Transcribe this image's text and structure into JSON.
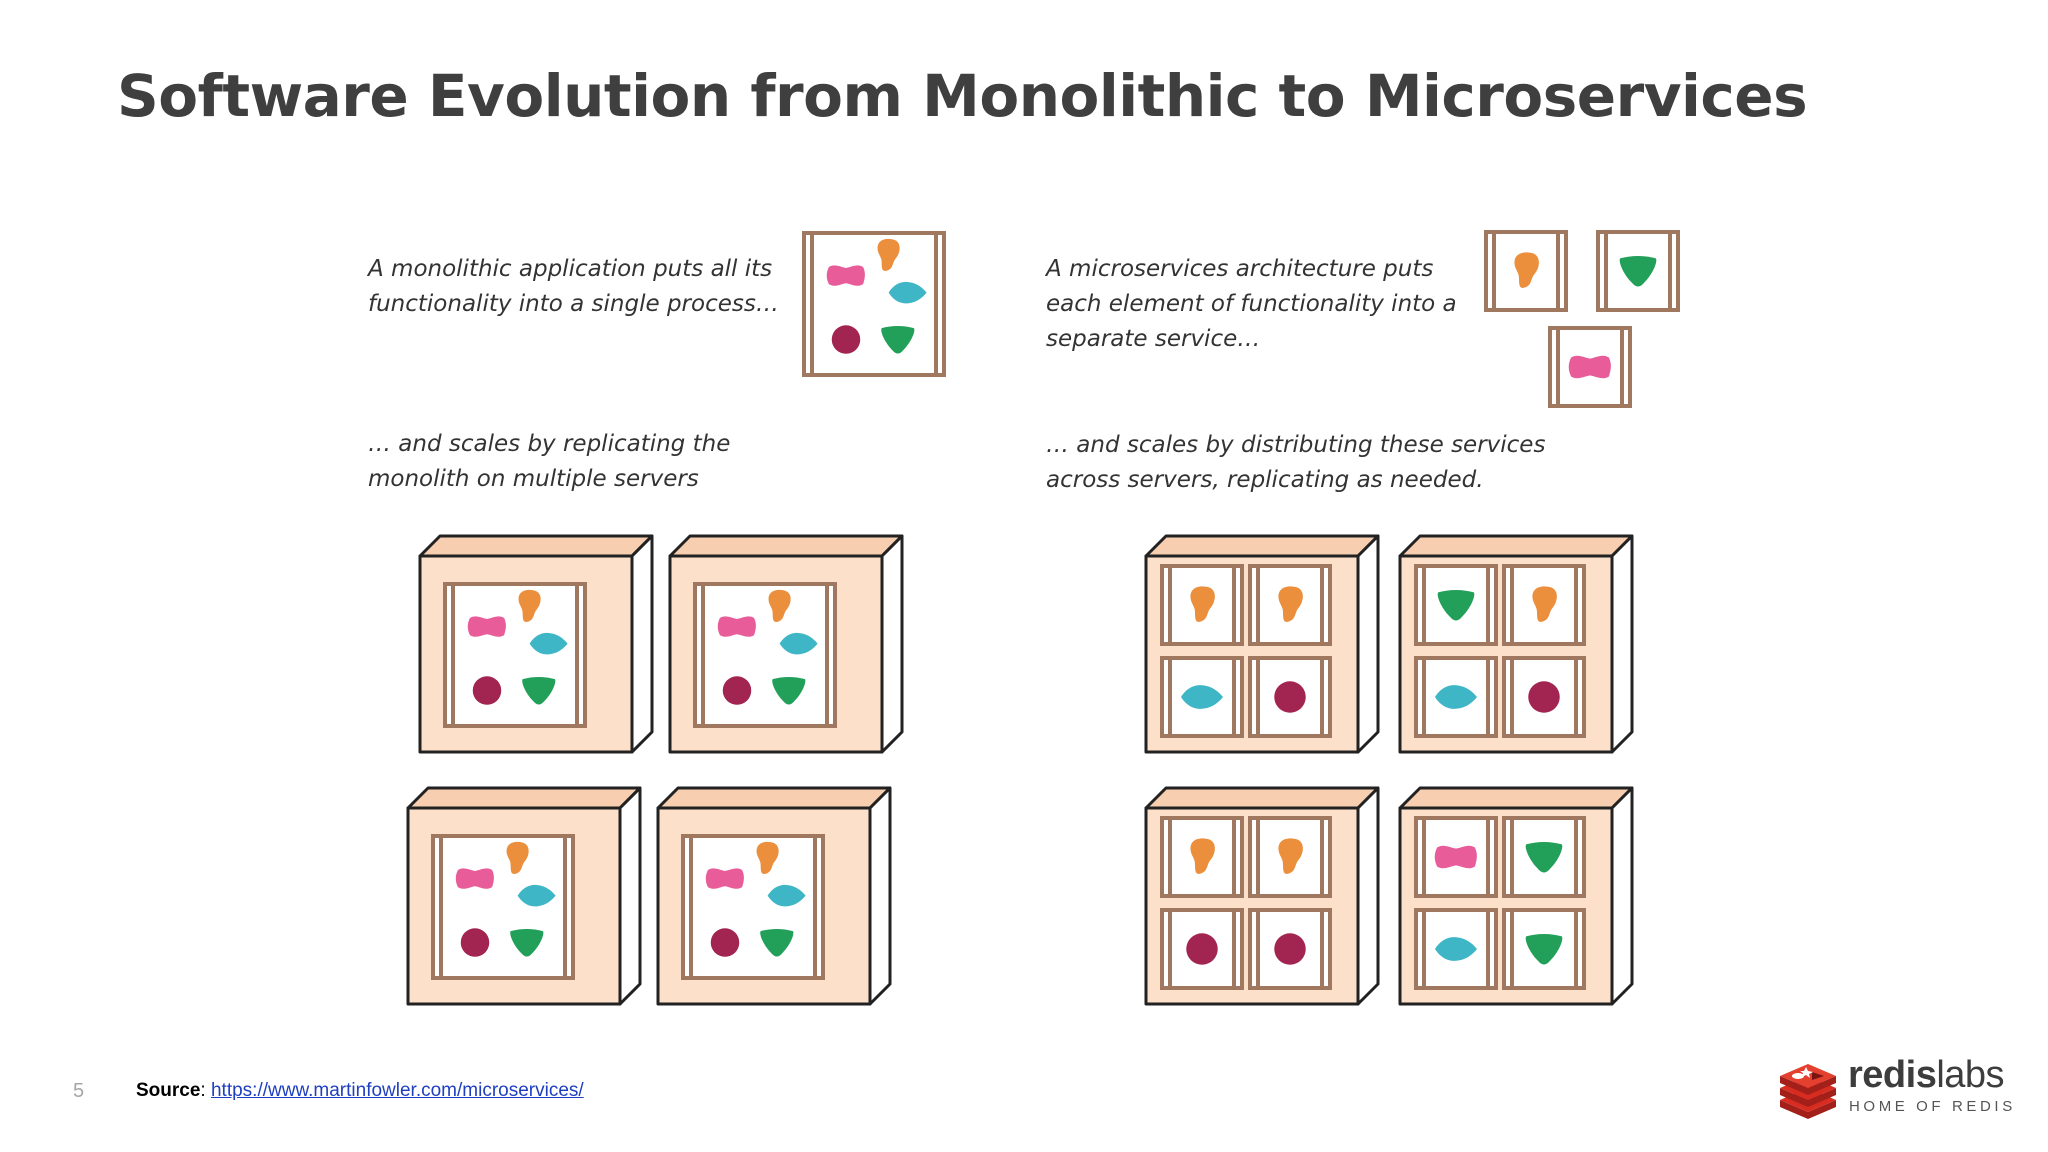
{
  "slide": {
    "title": "Software Evolution from Monolithic to Microservices",
    "page_number": "5"
  },
  "monolith": {
    "caption_1": [
      "A monolithic application puts all its",
      "functionality into a single process…"
    ],
    "caption_2": [
      "… and scales by replicating the",
      "monolith on multiple servers"
    ]
  },
  "microservices": {
    "caption_1": [
      "A microservices architecture puts",
      "each element of functionality into a",
      "separate service…"
    ],
    "caption_2": [
      "… and scales by distributing these services",
      "across servers, replicating as needed."
    ]
  },
  "server_layouts": [
    [
      "orange",
      "orange",
      "teal",
      "maroon"
    ],
    [
      "green",
      "orange",
      "teal",
      "maroon"
    ],
    [
      "orange",
      "orange",
      "maroon",
      "maroon"
    ],
    [
      "pink",
      "green",
      "teal",
      "green"
    ]
  ],
  "colors": {
    "frame": "#a07860",
    "server_fill": "#fde0c9",
    "server_stroke": "#222222",
    "orange": "#ec8f3d",
    "pink": "#e85d99",
    "teal": "#3fb6c6",
    "maroon": "#a22451",
    "green": "#22a05a",
    "logo_red": "#d82c20"
  },
  "footer": {
    "source_label": "Source",
    "source_url": "https://www.martinfowler.com/microservices/"
  },
  "logo": {
    "word_bold": "redis",
    "word_light": "labs",
    "tagline": "HOME OF REDIS"
  }
}
